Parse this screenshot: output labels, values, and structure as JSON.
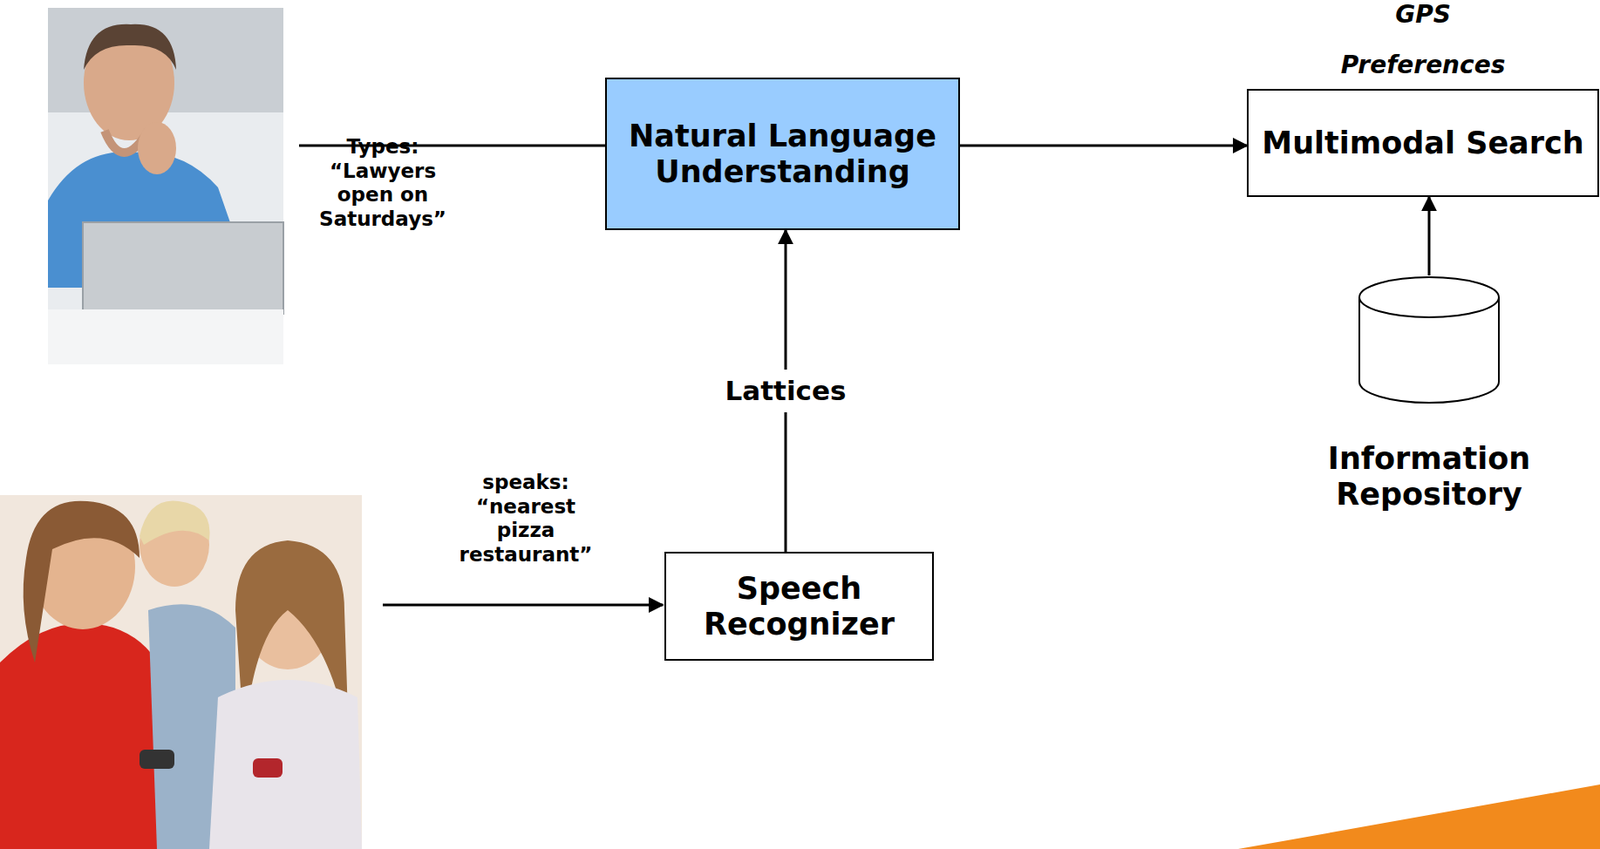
{
  "diagram": {
    "nodes": [
      {
        "text": [
          "Natural Language Understanding"
        ]
      },
      {
        "text": [
          "Multimodal Search"
        ]
      },
      {
        "text": [
          "Information Repository"
        ]
      },
      {
        "text": [
          "Speech Recognizer"
        ]
      }
    ],
    "edges": [
      {
        "from": 3,
        "to": 0,
        "label": "Lattices",
        "arrow": "to"
      },
      {
        "from": 0,
        "to": 1,
        "arrow": "to"
      },
      {
        "from": 2,
        "to": 1,
        "arrow": "to"
      }
    ],
    "labels": [
      "GPS",
      "Preferences",
      "Types: “Lawyers open on Saturdays”",
      "speaks: “nearest pizza restaurant”"
    ]
  }
}
